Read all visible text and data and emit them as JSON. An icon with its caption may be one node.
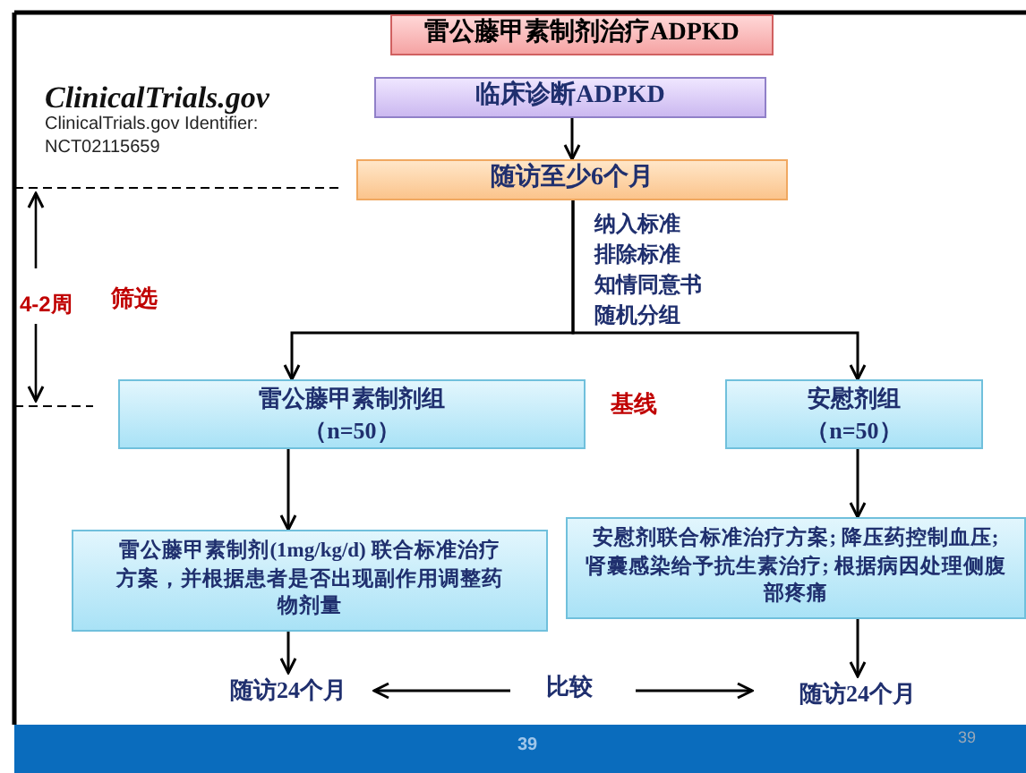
{
  "diagram": {
    "nodes": [
      {
        "text": [
          "雷公藤甲素制剂治疗ADPKD"
        ]
      },
      {
        "text": [
          "临床诊断ADPKD"
        ]
      },
      {
        "text": [
          "随访至少6个月"
        ]
      },
      {
        "text": [
          "雷公藤甲素制剂组（n=50）"
        ]
      },
      {
        "text": [
          "安慰剂组（n=50）"
        ]
      },
      {
        "text": [
          "雷公藤甲素制剂(1mg/kg/d) 联合标准治疗方案，并根据患者是否出现副作用调整药物剂量"
        ]
      },
      {
        "text": [
          "安慰剂联合标准治疗方案; 降压药控制血压; 肾囊感染给予抗生素治疗; 根据病因处理侧腹部疼痛"
        ]
      },
      {
        "text": [
          "随访24个月"
        ]
      },
      {
        "text": [
          "随访24个月"
        ]
      },
      {
        "text": [
          "比较"
        ]
      }
    ],
    "edges": [
      {
        "from": 1,
        "to": 2,
        "arrow": "to"
      },
      {
        "from": 2,
        "to": 3,
        "arrow": "to"
      },
      {
        "from": 2,
        "to": 4,
        "arrow": "to"
      },
      {
        "from": 3,
        "to": 5,
        "arrow": "to"
      },
      {
        "from": 4,
        "to": 6,
        "arrow": "to"
      },
      {
        "from": 5,
        "to": 7,
        "arrow": "to"
      },
      {
        "from": 6,
        "to": 8,
        "arrow": "to"
      },
      {
        "from": 9,
        "to": 7,
        "arrow": "to"
      },
      {
        "from": 9,
        "to": 8,
        "arrow": "to"
      }
    ],
    "labels": [
      "ClinicalTrials.gov",
      "ClinicalTrials.gov Identifier: NCT02115659",
      "4-2周",
      "筛选",
      "纳入标准",
      "排除标准",
      "知情同意书",
      "随机分组",
      "基线",
      "39",
      "39"
    ]
  }
}
